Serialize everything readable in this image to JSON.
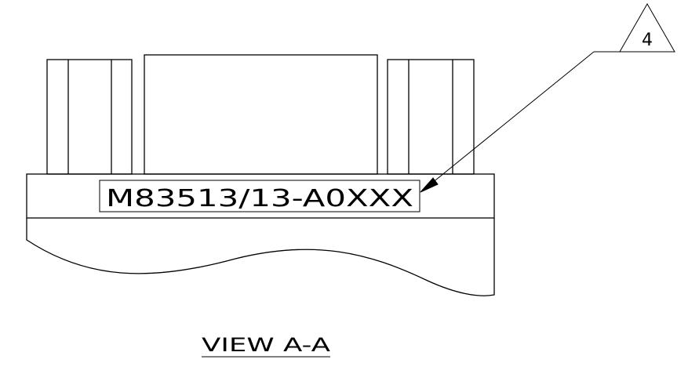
{
  "drawing": {
    "part_marking": "M83513/13-A0XXX",
    "note_flag": "4",
    "view_title": "VIEW A-A"
  }
}
